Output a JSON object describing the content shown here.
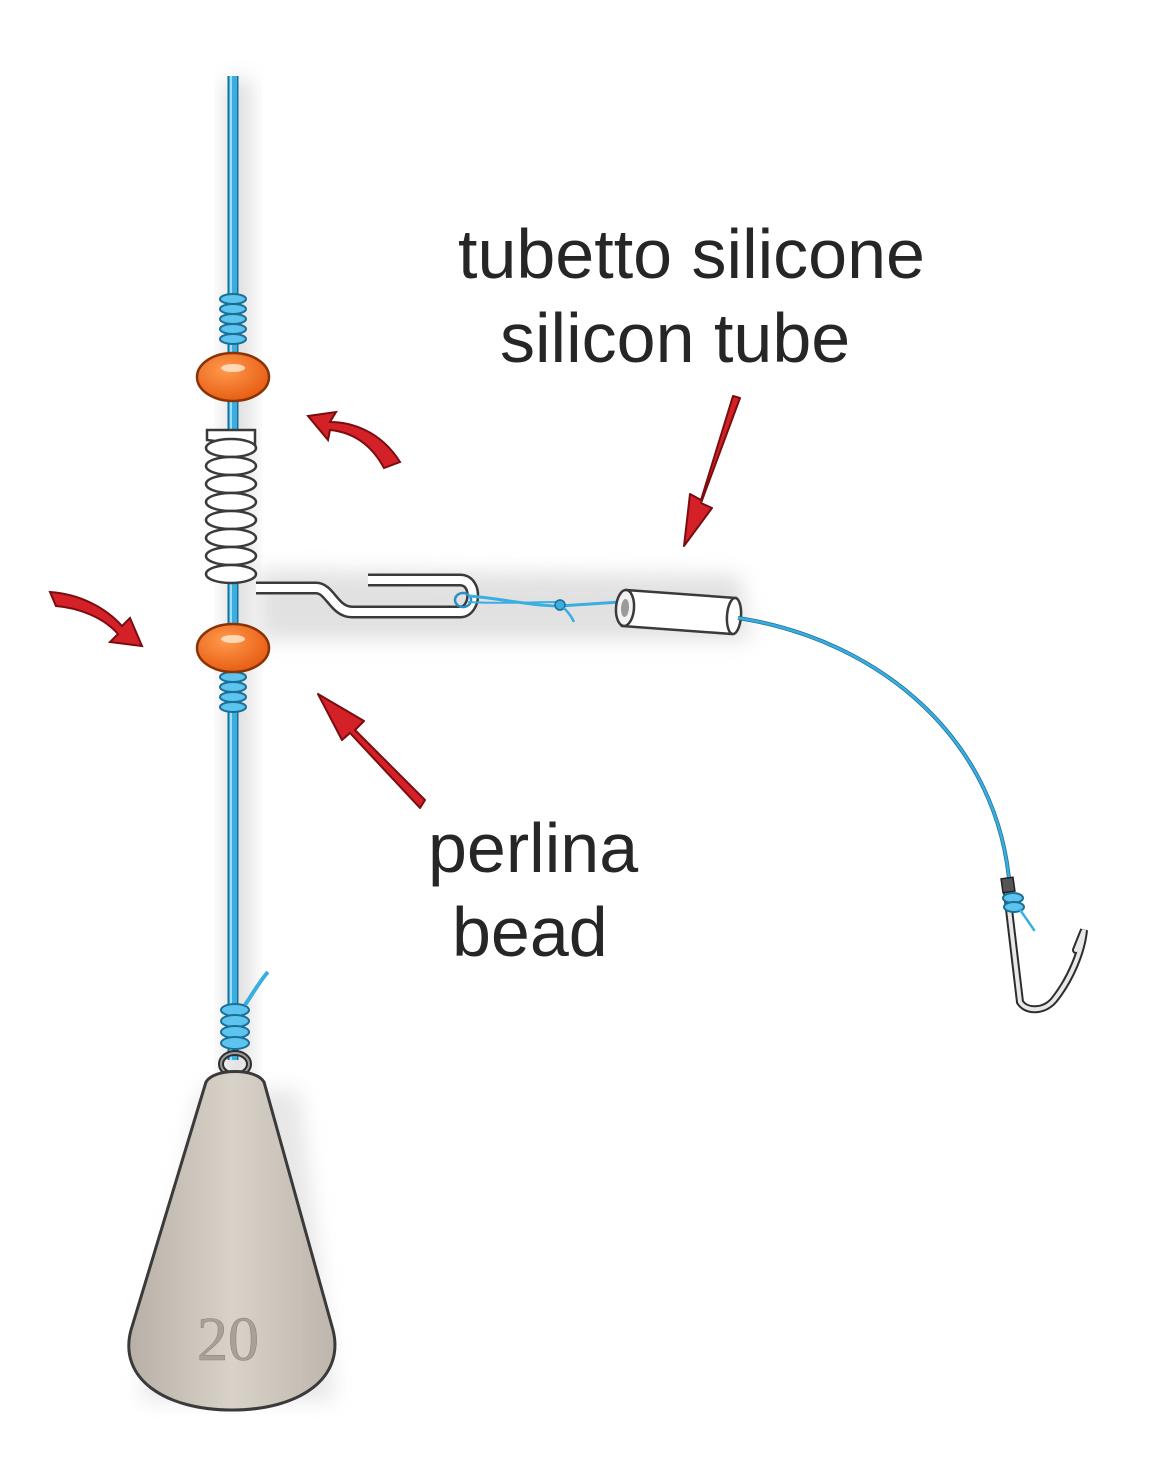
{
  "labels": {
    "tube_it": "tubetto silicone",
    "tube_en": "silicon tube",
    "bead_it": "perlina",
    "bead_en": "bead"
  },
  "sinker": {
    "weight_label": "20"
  },
  "colors": {
    "main_line": "#3aaee0",
    "bead": "#f26b1d",
    "arrow": "#d42027",
    "sinker": "#cdc6bc",
    "text": "#262626",
    "wire": "#ffffff"
  }
}
